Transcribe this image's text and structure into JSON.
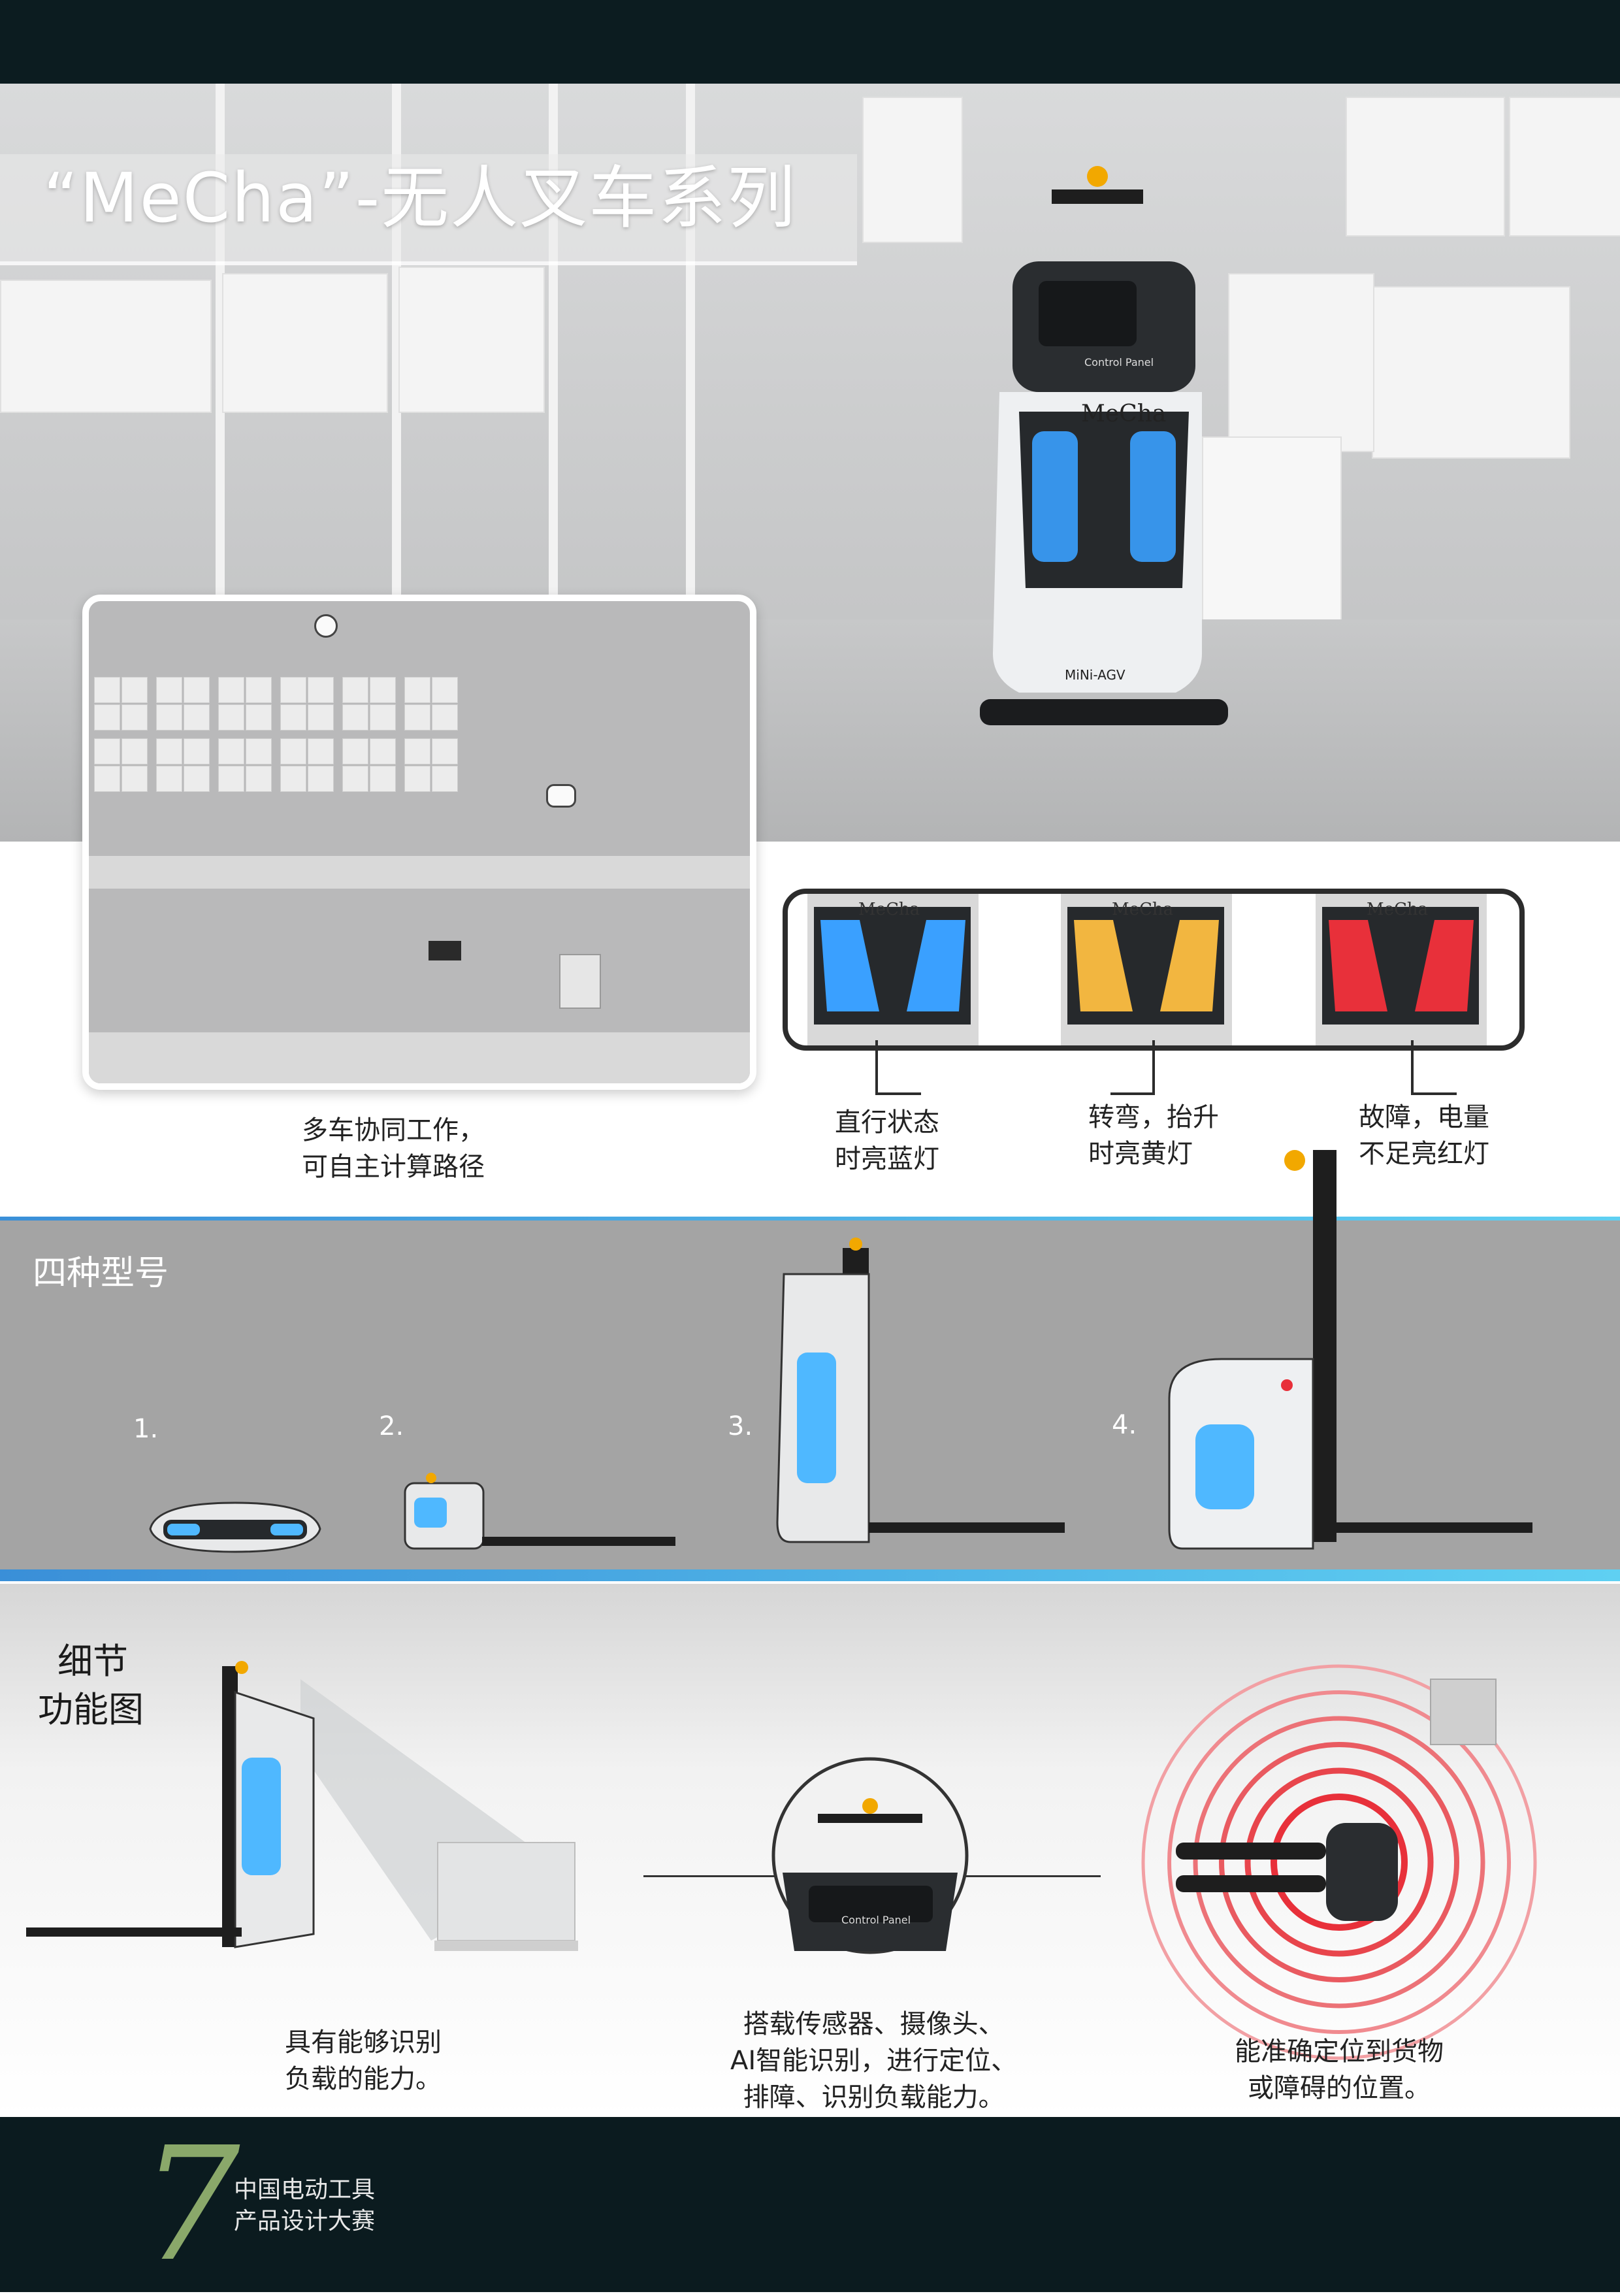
{
  "header": {
    "title": "“MeCha”-无人叉车系列"
  },
  "hero": {
    "robot_brand": "MeCha",
    "panel_label": "Control Panel",
    "model_label": "MiNi-AGV"
  },
  "map_caption": {
    "line1": "多车协同工作，",
    "line2": "可自主计算路径"
  },
  "light_states": [
    {
      "brand": "MeCha",
      "color": "#3aa0ff",
      "line1": "直行状态",
      "line2": "时亮蓝灯"
    },
    {
      "brand": "MeCha",
      "color": "#f2b640",
      "line1": "转弯，抬升",
      "line2": "时亮黄灯"
    },
    {
      "brand": "MeCha",
      "color": "#e8303a",
      "line1": "故障，电量",
      "line2": "不足亮红灯"
    }
  ],
  "models": {
    "title": "四种型号",
    "items": [
      "1.",
      "2.",
      "3.",
      "4."
    ]
  },
  "detail": {
    "title_line1": "细节",
    "title_line2": "功能图",
    "camera_panel_label": "Control Panel",
    "captions": [
      {
        "line1": "具有能够识别",
        "line2": "负载的能力。"
      },
      {
        "line1": "搭载传感器、摄像头、",
        "line2": "AI智能识别，进行定位、",
        "line3": "排障、识别负载能力。"
      },
      {
        "line1": "能准确定位到货物",
        "line2": "或障碍的位置。"
      }
    ]
  },
  "footer": {
    "logo_numeral": "7",
    "line1": "中国电动工具",
    "line2": "产品设计大赛"
  },
  "colors": {
    "dark_bar": "#0c1c20",
    "accent_cyan": "#5fd0f2",
    "accent_blue": "#3a8fd8",
    "sensor_red": "#e8303a"
  }
}
